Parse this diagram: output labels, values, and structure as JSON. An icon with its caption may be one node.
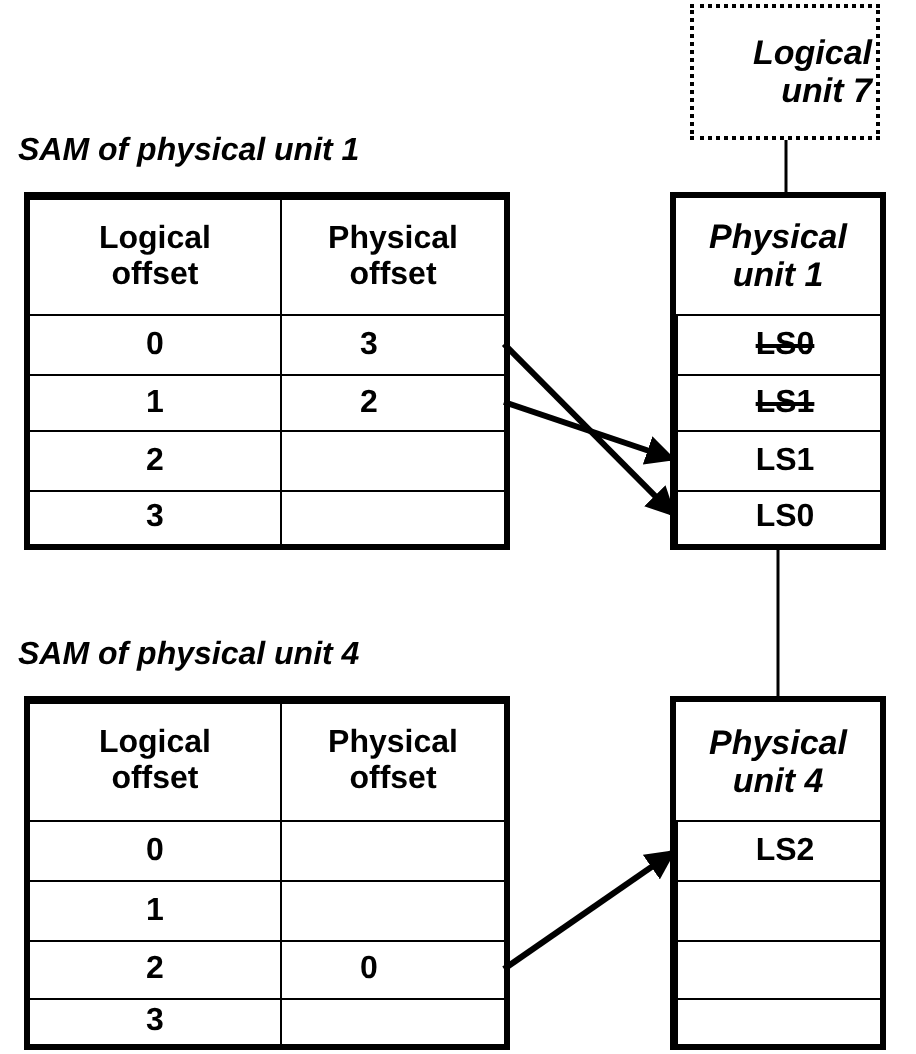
{
  "diagram": {
    "nodes": [
      {
        "text": [
          "Logical unit 7"
        ]
      },
      {
        "text": [
          "Physical unit 1"
        ]
      },
      {
        "text": [
          "LS0"
        ],
        "in": 1
      },
      {
        "text": [
          "LS1"
        ],
        "in": 1
      },
      {
        "text": [
          "LS1"
        ],
        "in": 1
      },
      {
        "text": [
          "LS0"
        ],
        "in": 1
      },
      {
        "text": [
          "SAM of physical unit 1"
        ]
      },
      {
        "text": [
          "Logical offset"
        ],
        "in": 6
      },
      {
        "text": [
          "Physical offset"
        ],
        "in": 6
      },
      {
        "text": [
          "0"
        ],
        "in": 6
      },
      {
        "text": [
          "3"
        ],
        "in": 6
      },
      {
        "text": [
          "1"
        ],
        "in": 6
      },
      {
        "text": [
          "2"
        ],
        "in": 6
      },
      {
        "text": [
          "2"
        ],
        "in": 6
      },
      {
        "text": [],
        "shape": "box",
        "in": 6
      },
      {
        "text": [
          "3"
        ],
        "in": 6
      },
      {
        "text": [],
        "shape": "box",
        "in": 6
      },
      {
        "text": [
          "Physical unit 4"
        ]
      },
      {
        "text": [
          "LS2"
        ],
        "in": 17
      },
      {
        "text": [],
        "shape": "box",
        "in": 17
      },
      {
        "text": [],
        "shape": "box",
        "in": 17
      },
      {
        "text": [],
        "shape": "box",
        "in": 17
      },
      {
        "text": [
          "SAM of physical unit 4"
        ]
      },
      {
        "text": [
          "Logical offset"
        ],
        "in": 22
      },
      {
        "text": [
          "Physical offset"
        ],
        "in": 22
      },
      {
        "text": [
          "0"
        ],
        "in": 22
      },
      {
        "text": [],
        "shape": "box",
        "in": 22
      },
      {
        "text": [
          "1"
        ],
        "in": 22
      },
      {
        "text": [],
        "shape": "box",
        "in": 22
      },
      {
        "text": [
          "2"
        ],
        "in": 22
      },
      {
        "text": [
          "0"
        ],
        "in": 22
      },
      {
        "text": [
          "3"
        ],
        "in": 22
      },
      {
        "text": [],
        "shape": "box",
        "in": 22
      }
    ],
    "edges": [
      {
        "from": 0,
        "to": 1,
        "arrow": "none"
      },
      {
        "from": 1,
        "to": 17,
        "arrow": "none"
      },
      {
        "from": 10,
        "to": 5,
        "arrow": "to"
      },
      {
        "from": 12,
        "to": 4,
        "arrow": "to"
      },
      {
        "from": 30,
        "to": 18,
        "arrow": "to"
      }
    ]
  }
}
